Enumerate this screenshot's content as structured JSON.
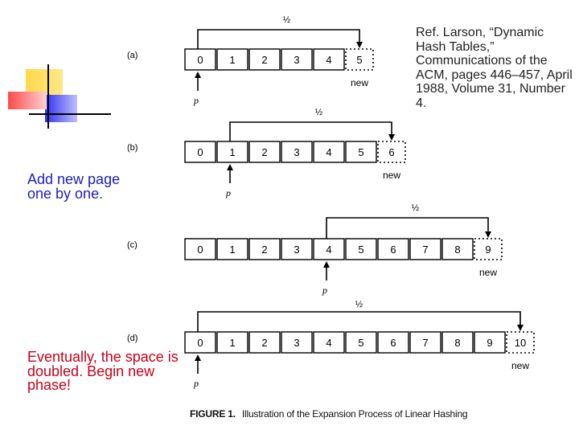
{
  "reference": "Ref. Larson, “Dynamic Hash Tables,” Communications of the ACM, pages 446–457, April 1988, Volume 31, Number 4.",
  "side_note_top": "Add new page one by one.",
  "side_note_bottom": "Eventually, the space is doubled. Begin new phase!",
  "caption": {
    "label": "FIGURE 1.",
    "text": "Illustration of the Expansion Process of Linear Hashing"
  },
  "diagram": {
    "half_label": "½",
    "new_label": "new",
    "pointer_label": "p",
    "rows": [
      {
        "label": "(a)",
        "cells": [
          "0",
          "1",
          "2",
          "3",
          "4"
        ],
        "new_cell": "5"
      },
      {
        "label": "(b)",
        "cells": [
          "0",
          "1",
          "2",
          "3",
          "4",
          "5"
        ],
        "new_cell": "6"
      },
      {
        "label": "(c)",
        "cells": [
          "0",
          "1",
          "2",
          "3",
          "4",
          "5",
          "6",
          "7",
          "8"
        ],
        "new_cell": "9"
      },
      {
        "label": "(d)",
        "cells": [
          "0",
          "1",
          "2",
          "3",
          "4",
          "5",
          "6",
          "7",
          "8",
          "9"
        ],
        "new_cell": "10"
      }
    ]
  },
  "colors": {
    "side_note_top": "#1d1db8",
    "side_note_bottom": "#c8001a",
    "logo_yellow": "#ffd84a",
    "logo_blue": "#3a3af0",
    "logo_red": "#ff5a5a"
  }
}
